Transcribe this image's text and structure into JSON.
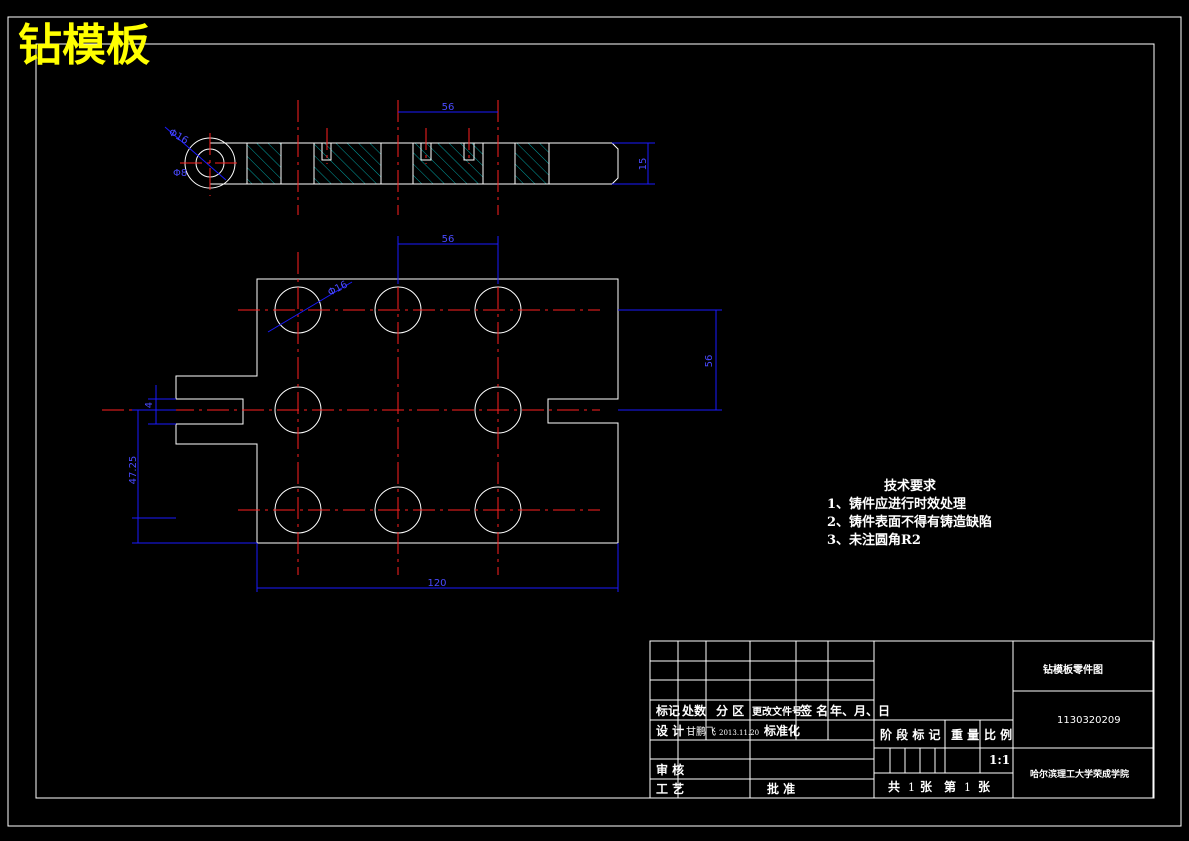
{
  "title": "钻模板",
  "dimensions": {
    "top_spacing": "56",
    "top_hole_dia": "Φ16",
    "top_small": "Φ8",
    "top_thickness": "15",
    "plan_spacing": "56",
    "plan_hole_dia": "Φ16",
    "plan_vertical": "56",
    "slot": "4",
    "slot_offset": "47.25",
    "plan_width": "120"
  },
  "tech_requirements": {
    "heading": "技术要求",
    "items": [
      "1、铸件应进行时效处理",
      "2、铸件表面不得有铸造缺陷",
      "3、未注圆角R2"
    ]
  },
  "title_block": {
    "drawing_name": "钻模板零件图",
    "drawing_number": "1130320209",
    "school": "哈尔滨理工大学荣成学院",
    "scale_label": "比 例",
    "scale": "1:1",
    "stage_label": "阶 段 标 记",
    "weight_label": "重 量",
    "sheet_total_label": "共",
    "sheet_total": "1",
    "sheet_unit": "张",
    "sheet_no_label": "第",
    "sheet_no": "1",
    "sheet_unit2": "张",
    "header_cells": [
      "标记",
      "处数",
      "分 区",
      "更改文件号",
      "签 名",
      "年、月、日"
    ],
    "design_label": "设 计",
    "designer": "甘鹏飞",
    "design_date": "2013.11.20",
    "standard_label": "标准化",
    "review_label": "审 核",
    "process_label": "工 艺",
    "approve_label": "批 准"
  }
}
